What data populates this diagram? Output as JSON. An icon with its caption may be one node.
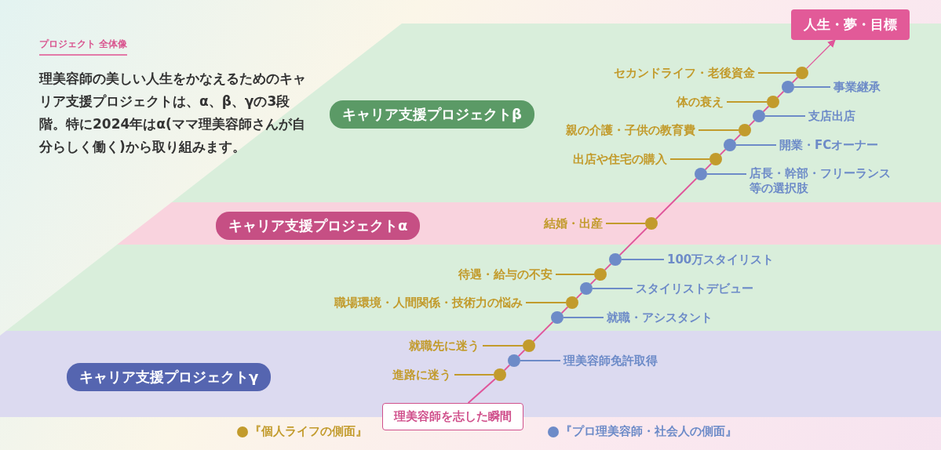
{
  "diagram": {
    "nodes": [
      {
        "text": [
          "人生・夢・目標"
        ]
      },
      {
        "text": [
          "キャリア支援プロジェクトβ"
        ]
      },
      {
        "text": [
          "キャリア支援プロジェクトα"
        ]
      },
      {
        "text": [
          "キャリア支援プロジェクトγ"
        ]
      },
      {
        "text": [
          "理美容師を志した瞬間"
        ]
      },
      {
        "text": [
          "セカンドライフ・老後資金"
        ]
      },
      {
        "text": [],
        "shape": "circle"
      },
      {
        "text": [
          "事業継承"
        ]
      },
      {
        "text": [],
        "shape": "circle"
      },
      {
        "text": [
          "体の衰え"
        ]
      },
      {
        "text": [],
        "shape": "circle"
      },
      {
        "text": [
          "支店出店"
        ]
      },
      {
        "text": [],
        "shape": "circle"
      },
      {
        "text": [
          "親の介護・子供の教育費"
        ]
      },
      {
        "text": [],
        "shape": "circle"
      },
      {
        "text": [
          "開業・FCオーナー"
        ]
      },
      {
        "text": [],
        "shape": "circle"
      },
      {
        "text": [
          "出店や住宅の購入"
        ]
      },
      {
        "text": [],
        "shape": "circle"
      },
      {
        "text": [
          "店長・幹部・フリーランス等の選択肢"
        ]
      },
      {
        "text": [],
        "shape": "circle"
      },
      {
        "text": [
          "結婚・出産"
        ]
      },
      {
        "text": [],
        "shape": "circle"
      },
      {
        "text": [
          "100万スタイリスト"
        ]
      },
      {
        "text": [],
        "shape": "circle"
      },
      {
        "text": [
          "待遇・給与の不安"
        ]
      },
      {
        "text": [],
        "shape": "circle"
      },
      {
        "text": [
          "スタイリストデビュー"
        ]
      },
      {
        "text": [],
        "shape": "circle"
      },
      {
        "text": [
          "職場環境・人間関係・技術力の悩み"
        ]
      },
      {
        "text": [],
        "shape": "circle"
      },
      {
        "text": [
          "就職・アシスタント"
        ]
      },
      {
        "text": [],
        "shape": "circle"
      },
      {
        "text": [
          "就職先に迷う"
        ]
      },
      {
        "text": [],
        "shape": "circle"
      },
      {
        "text": [
          "理美容師免許取得"
        ]
      },
      {
        "text": [],
        "shape": "circle"
      },
      {
        "text": [
          "進路に迷う"
        ]
      },
      {
        "text": [],
        "shape": "circle"
      }
    ],
    "edges": [
      {
        "from": 4,
        "to": 38,
        "arrow": "none",
        "color": "#e0559a"
      },
      {
        "from": 38,
        "to": 36,
        "arrow": "none",
        "color": "#e0559a"
      },
      {
        "from": 36,
        "to": 34,
        "arrow": "none",
        "color": "#e0559a"
      },
      {
        "from": 34,
        "to": 32,
        "arrow": "none",
        "color": "#e0559a"
      },
      {
        "from": 32,
        "to": 30,
        "arrow": "none",
        "color": "#e0559a"
      },
      {
        "from": 30,
        "to": 28,
        "arrow": "none",
        "color": "#e0559a"
      },
      {
        "from": 28,
        "to": 26,
        "arrow": "none",
        "color": "#e0559a"
      },
      {
        "from": 26,
        "to": 24,
        "arrow": "none",
        "color": "#e0559a"
      },
      {
        "from": 24,
        "to": 22,
        "arrow": "none",
        "color": "#e0559a"
      },
      {
        "from": 22,
        "to": 20,
        "arrow": "none",
        "color": "#e0559a"
      },
      {
        "from": 20,
        "to": 18,
        "arrow": "none",
        "color": "#e0559a"
      },
      {
        "from": 18,
        "to": 16,
        "arrow": "none",
        "color": "#e0559a"
      },
      {
        "from": 16,
        "to": 14,
        "arrow": "none",
        "color": "#e0559a"
      },
      {
        "from": 14,
        "to": 12,
        "arrow": "none",
        "color": "#e0559a"
      },
      {
        "from": 12,
        "to": 10,
        "arrow": "none",
        "color": "#e0559a"
      },
      {
        "from": 10,
        "to": 8,
        "arrow": "none",
        "color": "#e0559a"
      },
      {
        "from": 8,
        "to": 6,
        "arrow": "none",
        "color": "#e0559a"
      },
      {
        "from": 6,
        "to": 0,
        "arrow": "to",
        "color": "#e0559a"
      },
      {
        "from": 5,
        "to": 6,
        "arrow": "none",
        "color": "#c29b2c"
      },
      {
        "from": 7,
        "to": 8,
        "arrow": "none",
        "color": "#6d8bc8"
      },
      {
        "from": 9,
        "to": 10,
        "arrow": "none",
        "color": "#c29b2c"
      },
      {
        "from": 11,
        "to": 12,
        "arrow": "none",
        "color": "#6d8bc8"
      },
      {
        "from": 13,
        "to": 14,
        "arrow": "none",
        "color": "#c29b2c"
      },
      {
        "from": 15,
        "to": 16,
        "arrow": "none",
        "color": "#6d8bc8"
      },
      {
        "from": 17,
        "to": 18,
        "arrow": "none",
        "color": "#c29b2c"
      },
      {
        "from": 19,
        "to": 20,
        "arrow": "none",
        "color": "#6d8bc8"
      },
      {
        "from": 21,
        "to": 22,
        "arrow": "none",
        "color": "#c29b2c"
      },
      {
        "from": 23,
        "to": 24,
        "arrow": "none",
        "color": "#6d8bc8"
      },
      {
        "from": 25,
        "to": 26,
        "arrow": "none",
        "color": "#c29b2c"
      },
      {
        "from": 27,
        "to": 28,
        "arrow": "none",
        "color": "#6d8bc8"
      },
      {
        "from": 29,
        "to": 30,
        "arrow": "none",
        "color": "#c29b2c"
      },
      {
        "from": 31,
        "to": 32,
        "arrow": "none",
        "color": "#6d8bc8"
      },
      {
        "from": 33,
        "to": 34,
        "arrow": "none",
        "color": "#c29b2c"
      },
      {
        "from": 35,
        "to": 36,
        "arrow": "none",
        "color": "#6d8bc8"
      },
      {
        "from": 37,
        "to": 38,
        "arrow": "none",
        "color": "#c29b2c"
      }
    ],
    "labels": [
      "プロジェクト 全体像",
      "理美容師の美しい人生をかなえるためのキャリア支援プロジェクトは、α、β、γの3段階。特に2024年はα(ママ理美容師さんが自分らしく働く)から取り組みます。"
    ],
    "legend": [
      {
        "text": "『個人ライフの側面』",
        "color": "#c29b2c"
      },
      {
        "text": "『プロ理美容師・社会人の側面』",
        "color": "#6d8bc8"
      }
    ]
  }
}
